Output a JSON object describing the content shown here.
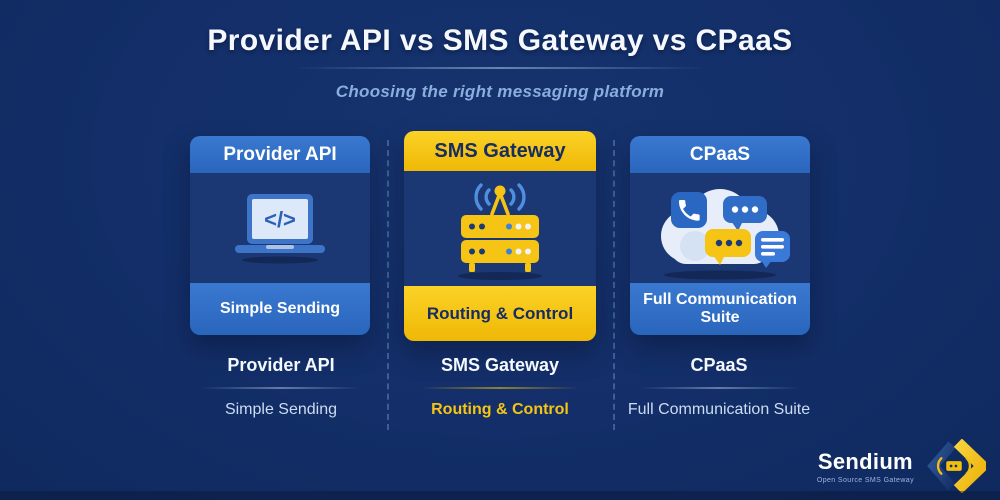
{
  "header": {
    "title": "Provider API vs SMS Gateway vs CPaaS",
    "subtitle": "Choosing the right messaging platform"
  },
  "cards": [
    {
      "header_label": "Provider API",
      "footer_label": "Simple Sending",
      "icon": "laptop-code-icon",
      "theme": "blue"
    },
    {
      "header_label": "SMS Gateway",
      "footer_label": "Routing & Control",
      "icon": "server-antenna-icon",
      "theme": "yellow"
    },
    {
      "header_label": "CPaaS",
      "footer_label": "Full Communication Suite",
      "icon": "cloud-communication-icon",
      "theme": "blue"
    }
  ],
  "icon_glyphs": {
    "code_glyph": "</>"
  },
  "summary_columns": [
    {
      "label": "Provider API",
      "value": "Simple Sending",
      "highlighted": false
    },
    {
      "label": "SMS Gateway",
      "value": "Routing & Control",
      "highlighted": true
    },
    {
      "label": "CPaaS",
      "value": "Full Communication Suite",
      "highlighted": false
    }
  ],
  "brand": {
    "name": "Sendium",
    "tagline": "Open Source SMS Gateway"
  },
  "colors": {
    "background": "#132e68",
    "card_body": "#1b3874",
    "accent_blue": "#2f6dc6",
    "accent_yellow": "#f5c414",
    "navy_text": "#172c60",
    "subtitle_text": "#89aedd",
    "muted_value_text": "#cddcf1"
  }
}
